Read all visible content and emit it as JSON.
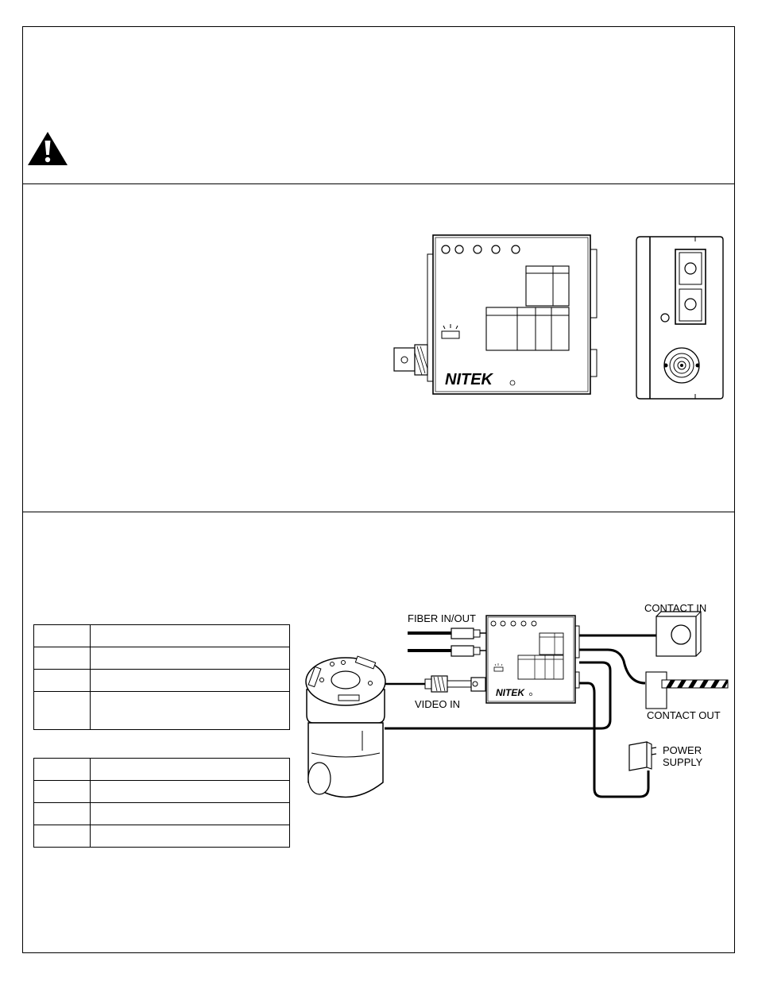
{
  "brand": {
    "logo_text": "NITEK"
  },
  "diagram": {
    "labels": {
      "fiber": "FIBER IN/OUT",
      "video": "VIDEO IN",
      "contact_in": "CONTACT IN",
      "contact_out": "CONTACT OUT",
      "power_line1": "POWER",
      "power_line2": "SUPPLY"
    }
  }
}
